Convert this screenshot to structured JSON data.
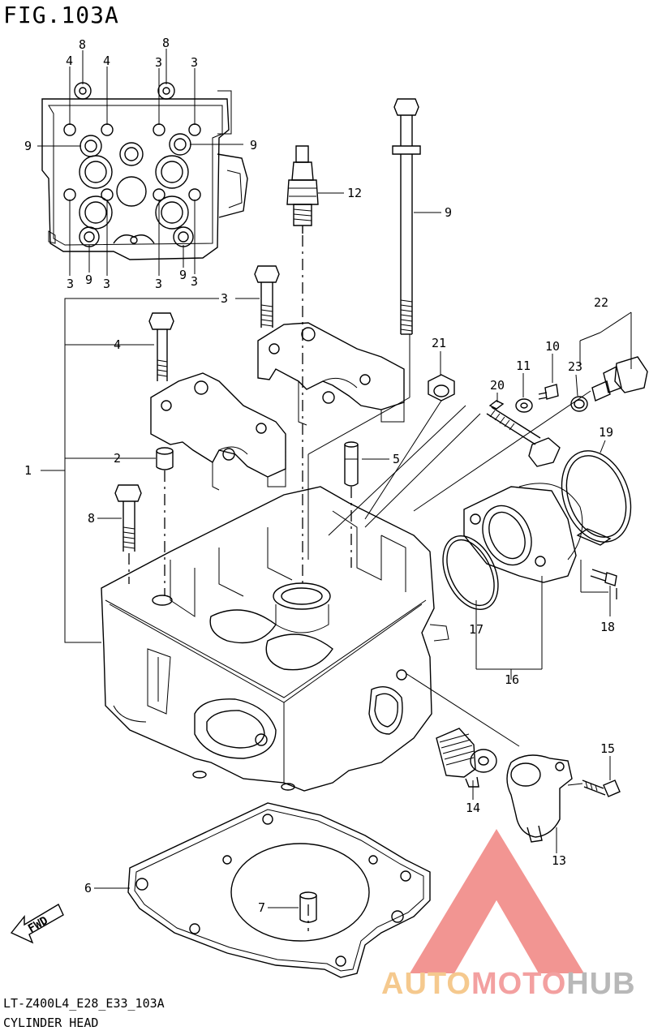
{
  "figure": {
    "title": "FIG.103A",
    "model_code": "LT-Z400L4_E28_E33_103A",
    "caption": "CYLINDER HEAD"
  },
  "callouts": {
    "c1": "1",
    "c2": "2",
    "c3": "3",
    "c4": "4",
    "c5": "5",
    "c6": "6",
    "c7": "7",
    "c8": "8",
    "c9": "9",
    "c10": "10",
    "c11": "11",
    "c12": "12",
    "c13": "13",
    "c14": "14",
    "c15": "15",
    "c16": "16",
    "c17": "17",
    "c18": "18",
    "c19": "19",
    "c20": "20",
    "c21": "21",
    "c22": "22",
    "c23": "23"
  },
  "top_view_labels": {
    "t8a": "8",
    "t8b": "8",
    "t4a": "4",
    "t4b": "4",
    "t3a": "3",
    "t3b": "3",
    "t9a": "9",
    "t9b": "9",
    "b3a": "3",
    "b9a": "9",
    "b3b": "3",
    "b3c": "3",
    "b9b": "9",
    "b3d": "3"
  },
  "fwd_label": "FWD",
  "watermark": {
    "part1": "AUTO",
    "part2": "MOTO",
    "part3": "HUB"
  },
  "colors": {
    "line": "#000000",
    "watermark_red": "#e8403a",
    "watermark_orange": "#f5c98e",
    "watermark_grey": "#b8b8b8"
  }
}
